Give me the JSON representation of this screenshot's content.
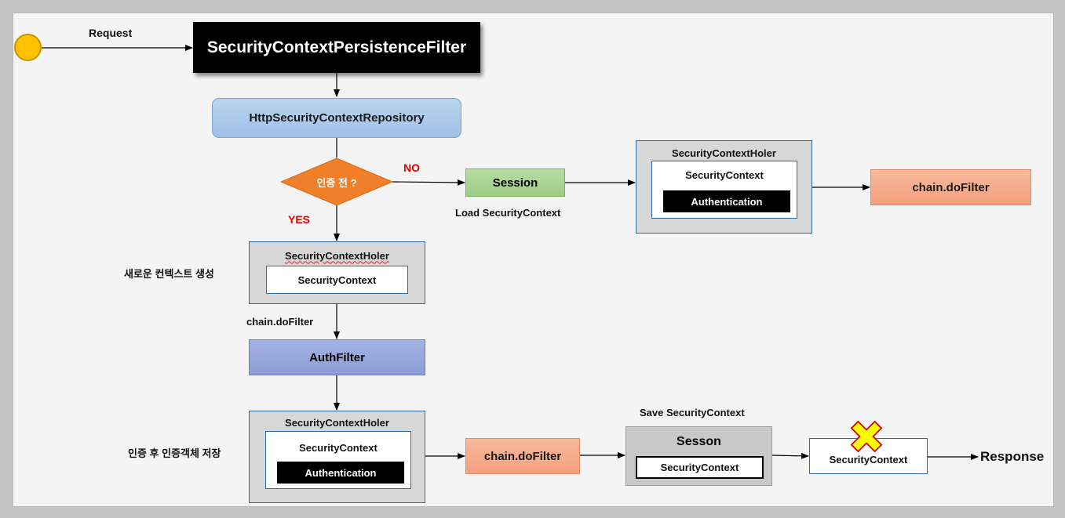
{
  "request_label": "Request",
  "filter_title": "SecurityContextPersistenceFilter",
  "repository_label": "HttpSecurityContextRepository",
  "decision_label": "인증 전 ?",
  "no_label": "NO",
  "yes_label": "YES",
  "session_top": {
    "label": "Session",
    "caption": "Load SecurityContext"
  },
  "holder_loaded": {
    "title": "SecurityContextHoler",
    "context": "SecurityContext",
    "authentication": "Authentication"
  },
  "chain_top": "chain.doFilter",
  "new_context_caption": "새로운 컨텍스트 생성",
  "holder_new": {
    "title": "SecurityContextHoler",
    "context": "SecurityContext"
  },
  "chain_mid_label": "chain.doFilter",
  "auth_filter": "AuthFilter",
  "after_auth_caption": "인증 후 인증객체 저장",
  "holder_auth": {
    "title": "SecurityContextHoler",
    "context": "SecurityContext",
    "authentication": "Authentication"
  },
  "chain_bottom": "chain.doFilter",
  "save_caption": "Save SecurityContext",
  "session_bottom": {
    "label": "Sesson",
    "context": "SecurityContext"
  },
  "cleared_context": "SecurityContext",
  "response_label": "Response",
  "colors": {
    "start": "#ffc000",
    "decision": "#f07f2a",
    "no_yes": "#e00000",
    "cross": "#ffff00"
  }
}
